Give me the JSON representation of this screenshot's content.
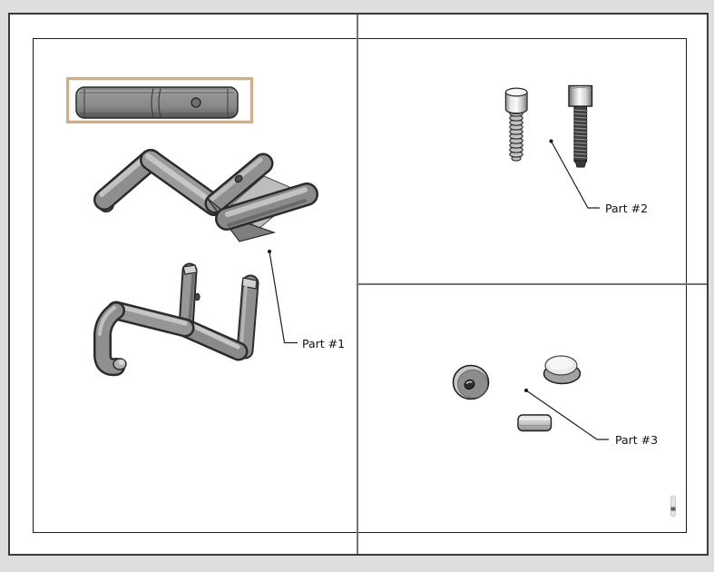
{
  "labels": {
    "part1": "Part #1",
    "part2": "Part #2",
    "part3": "Part #3"
  },
  "sheet": {
    "panels": [
      {
        "id": "panel-part1",
        "label": "Part #1",
        "contents": [
          "highlighted-bar-with-hole",
          "z-shaped-hook-bracket",
          "u-shaped-hook-bracket"
        ]
      },
      {
        "id": "panel-part2",
        "label": "Part #2",
        "contents": [
          "socket-head-screw-angled-view",
          "socket-head-screw-front-view"
        ]
      },
      {
        "id": "panel-part3",
        "label": "Part #3",
        "contents": [
          "washer-with-hole",
          "dome-cap",
          "flat-disc"
        ]
      }
    ]
  },
  "colors": {
    "canvas_bg": "#dedede",
    "sheet": "#ffffff",
    "outer_border": "#3a3a3a",
    "frame": "#1c1c1c",
    "divider": "#747474",
    "highlight": "#cfae89",
    "outline": "#2b2b2b",
    "label": "#111111"
  }
}
